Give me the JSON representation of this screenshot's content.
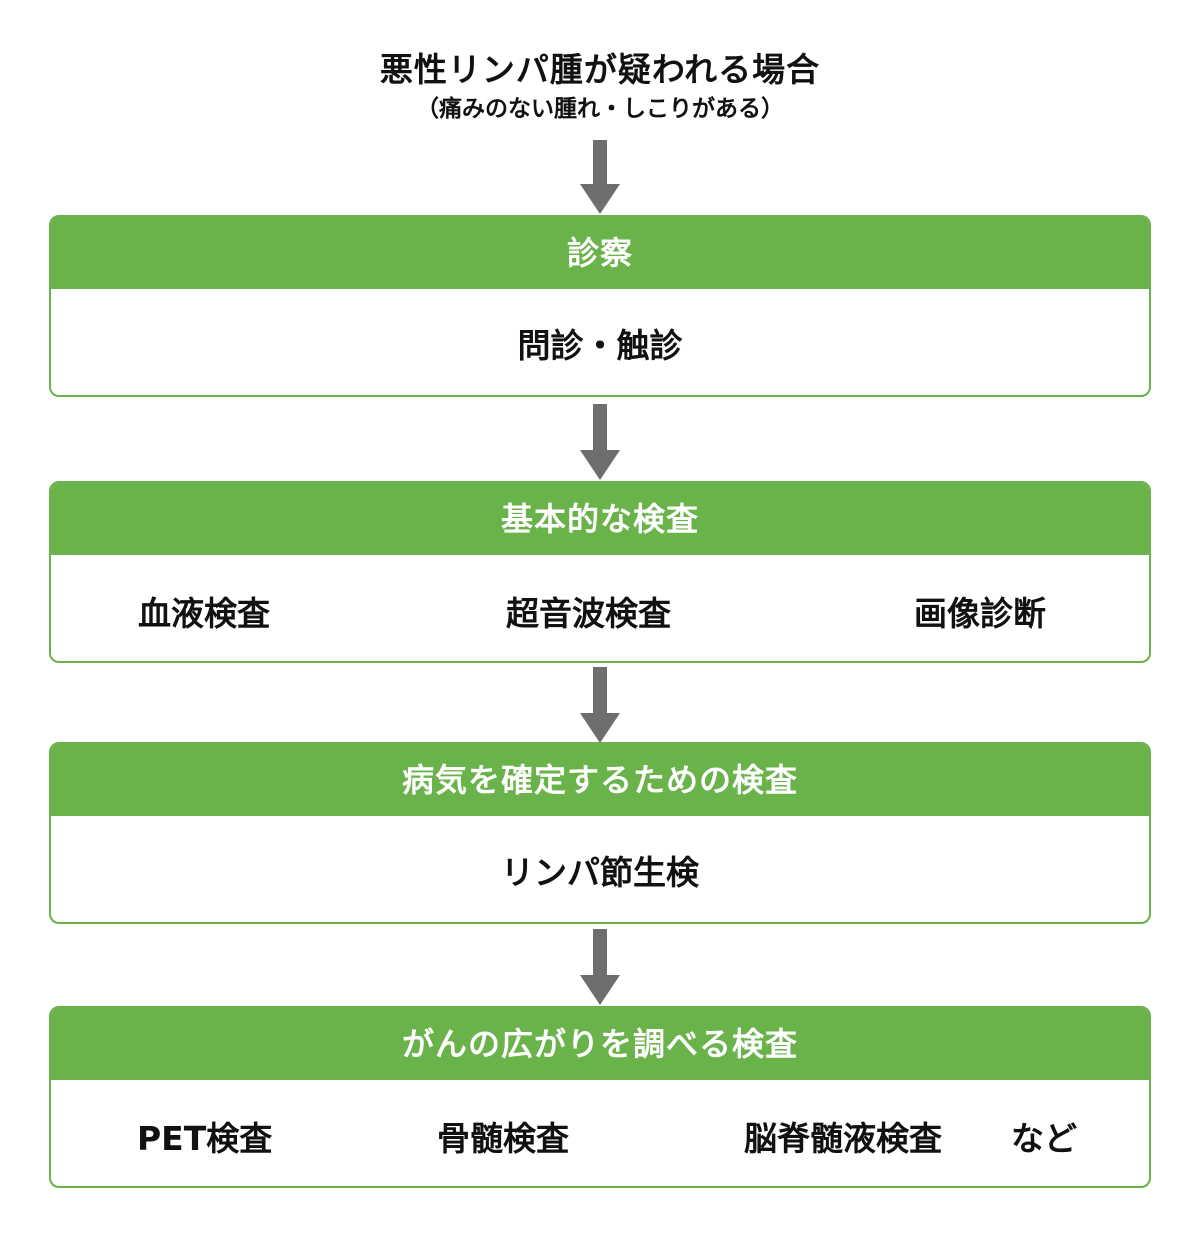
{
  "intro": {
    "title": "悪性リンパ腫が疑われる場合",
    "subtitle": "（痛みのない腫れ・しこりがある）"
  },
  "steps": [
    {
      "header": "診察",
      "items": [
        "問診・触診"
      ]
    },
    {
      "header": "基本的な検査",
      "items": [
        "血液検査",
        "超音波検査",
        "画像診断"
      ]
    },
    {
      "header": "病気を確定するための検査",
      "items": [
        "リンパ節生検"
      ]
    },
    {
      "header": "がんの広がりを調べる検査",
      "items": [
        "PET検査",
        "骨髄検査",
        "脳脊髄液検査",
        "など"
      ]
    }
  ],
  "colors": {
    "accent_green": "#6ab24a",
    "arrow_gray": "#6e6e6e"
  }
}
